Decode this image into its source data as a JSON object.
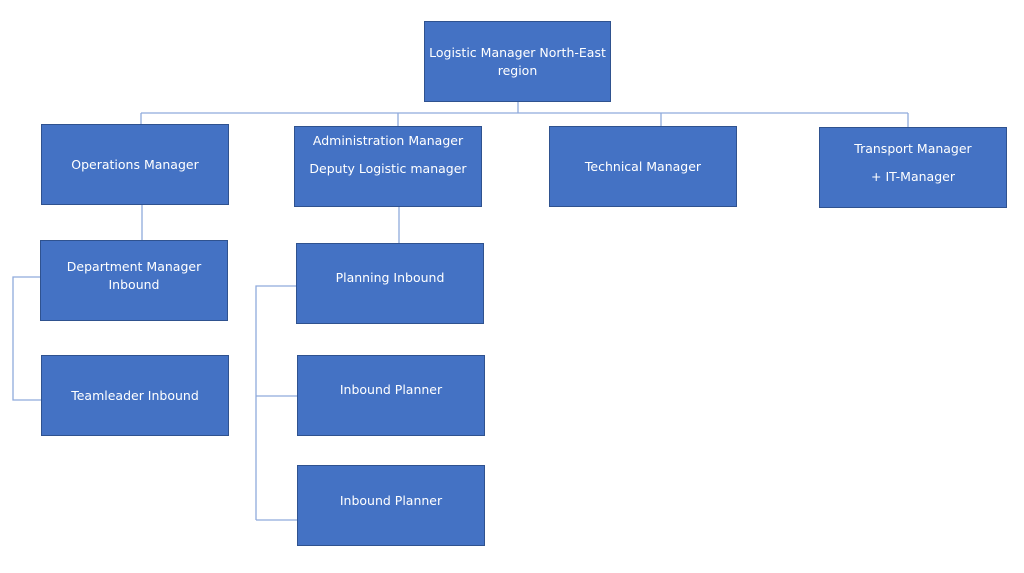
{
  "org_chart": {
    "root": {
      "lines": [
        "Logistic Manager North-East",
        "region"
      ]
    },
    "level1": [
      {
        "lines": [
          "Operations Manager"
        ]
      },
      {
        "lines": [
          "Administration Manager",
          "Deputy Logistic manager"
        ]
      },
      {
        "lines": [
          "Technical Manager"
        ]
      },
      {
        "lines": [
          "Transport Manager",
          "+ IT-Manager"
        ]
      }
    ],
    "operations_branch": [
      {
        "lines": [
          "Department Manager",
          "Inbound"
        ]
      },
      {
        "lines": [
          "Teamleader Inbound"
        ]
      }
    ],
    "administration_branch": [
      {
        "lines": [
          "Planning Inbound"
        ]
      },
      {
        "lines": [
          "Inbound Planner"
        ]
      },
      {
        "lines": [
          "Inbound Planner"
        ]
      }
    ]
  },
  "colors": {
    "box_fill": "#4472c4",
    "box_border": "#2f528f",
    "connector": "#8faadc",
    "text": "#ffffff"
  }
}
